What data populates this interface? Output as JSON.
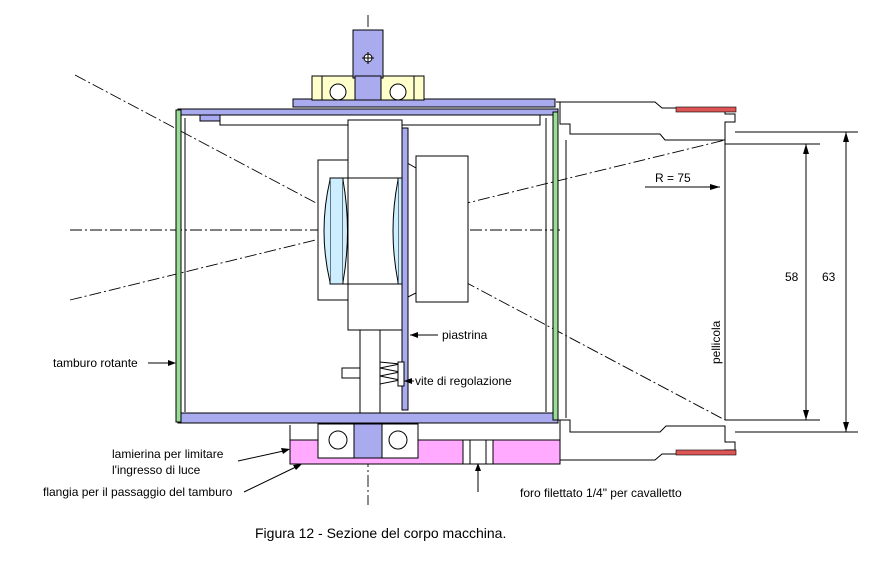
{
  "labels": {
    "r": "R = 75",
    "dim_58": "58",
    "dim_63": "63",
    "pellicola": "pellicola",
    "piastrina": "piastrina",
    "vite": "vite di regolazione",
    "tamburo": "tamburo rotante",
    "lamierina_1": "lamierina per limitare",
    "lamierina_2": "l'ingresso di luce",
    "flangia": "flangia per il passaggio del tamburo",
    "foro": "foro filettato 1/4\" per cavalletto"
  },
  "caption": "Figura 12 - Sezione del corpo macchina.",
  "colors": {
    "drum": "#aaaaee",
    "flange": "#ffaaff",
    "bearing": "#ffffcc",
    "lens": "#cceeff",
    "strip": "#99dd99",
    "red": "#dd5555"
  }
}
